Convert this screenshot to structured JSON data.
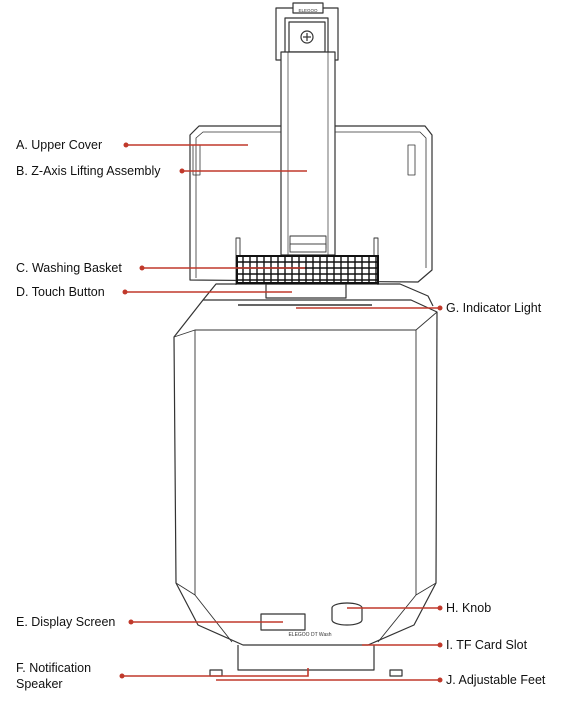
{
  "labels": {
    "a": "A. Upper Cover",
    "b": "B. Z-Axis Lifting Assembly",
    "c": "C. Washing Basket",
    "d": "D. Touch Button",
    "e": "E. Display Screen",
    "f": "F. Notification Speaker",
    "g": "G. Indicator Light",
    "h": "H. Knob",
    "i": "I. TF Card Slot",
    "j": "J. Adjustable Feet"
  },
  "brand_mark": "ELEGOO",
  "panel_text": "ELEGOO   DT Wash",
  "colors": {
    "callout": "#c0392b",
    "outline": "#333333",
    "basket": "#111111"
  }
}
